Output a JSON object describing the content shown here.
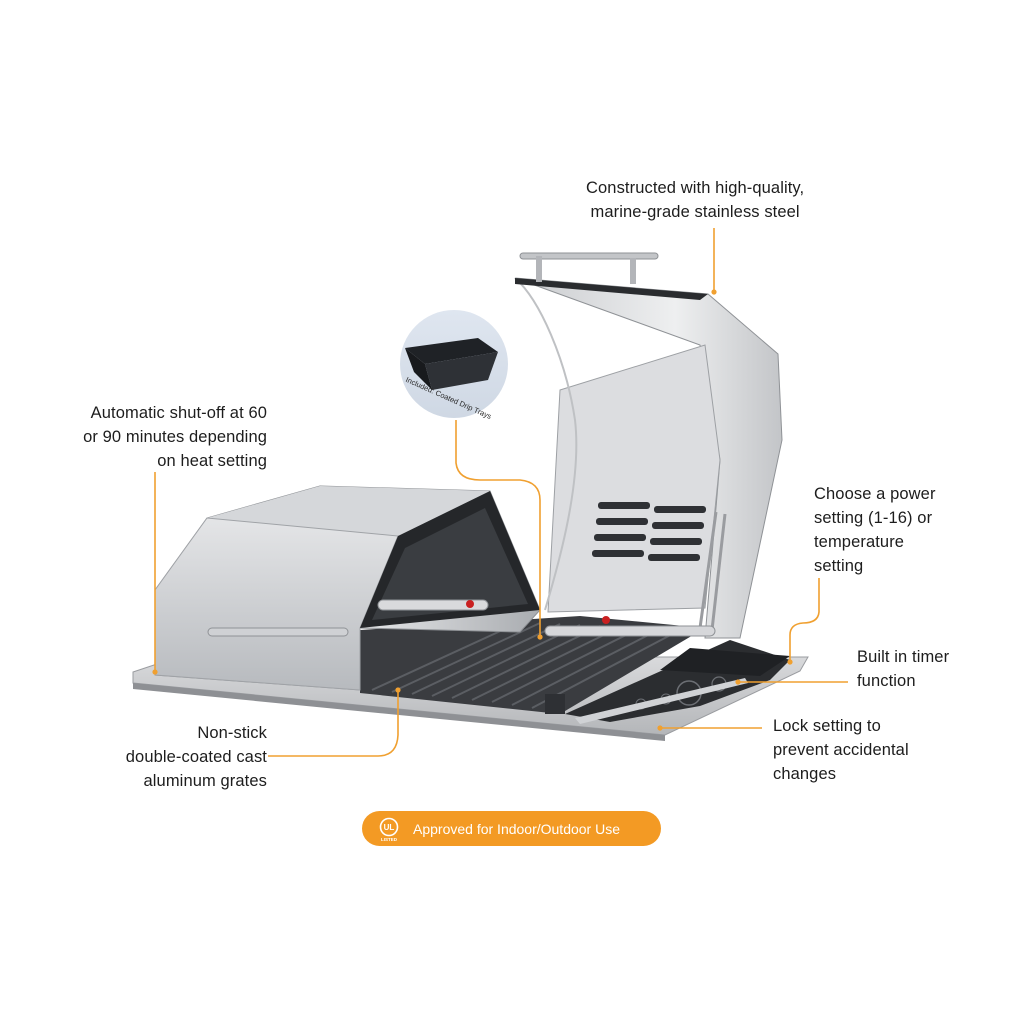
{
  "callouts": {
    "top_right": [
      "Constructed with high-quality,",
      "marine-grade stainless steel"
    ],
    "left_upper": [
      "Automatic shut-off at 60",
      "or 90 minutes depending",
      "on heat setting"
    ],
    "right_power": [
      "Choose a power",
      "setting (1-16) or",
      "temperature",
      "setting"
    ],
    "right_timer": [
      "Built in timer",
      "function"
    ],
    "left_lower": [
      "Non-stick",
      "double-coated cast",
      "aluminum grates"
    ],
    "right_lock": [
      "Lock setting to",
      "prevent accidental",
      "changes"
    ]
  },
  "inset": {
    "caption": "Included: Coated Drip Trays"
  },
  "badge": {
    "text": "Approved for Indoor/Outdoor Use",
    "logo_lines": [
      "UL",
      "LISTED"
    ]
  },
  "colors": {
    "accent_orange": "#f39a24",
    "leader_line": "#f0a030",
    "text": "#1d1d1d",
    "steel_light": "#dcdde0",
    "steel_dark": "#8f9296",
    "grill_dark": "#2b2d30"
  },
  "icons": [
    "ul-listed-icon",
    "drip-tray-icon",
    "grill-illustration"
  ]
}
